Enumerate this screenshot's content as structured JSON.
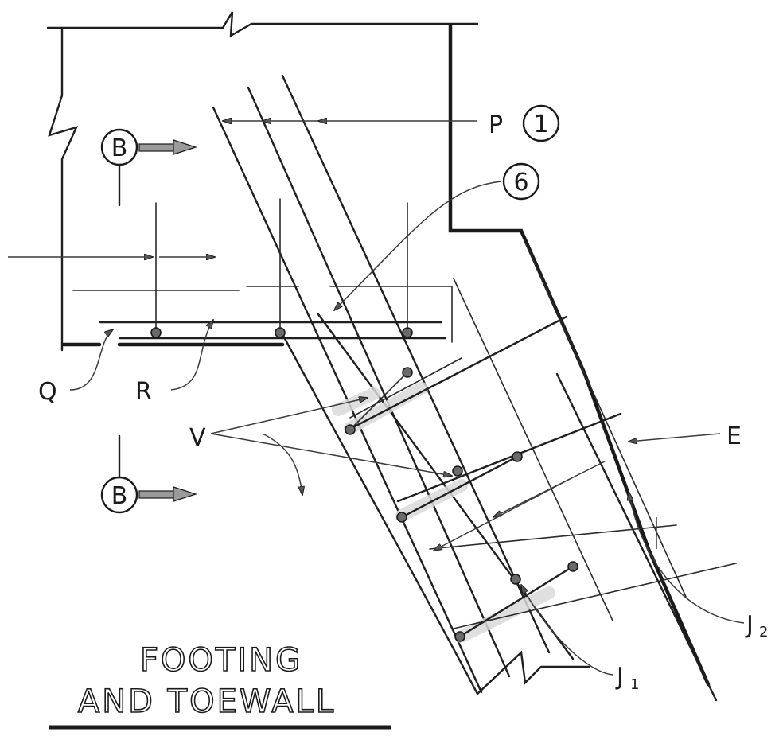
{
  "labels": {
    "P": "P",
    "tag_1": "1",
    "tag_6": "6",
    "section_top": "B",
    "section_bottom": "B",
    "Q": "Q",
    "R": "R",
    "V": "V",
    "E": "E",
    "J1_main": "J",
    "J1_sub": "1",
    "J2_main": "J",
    "J2_sub": "2"
  },
  "title": {
    "line1": "FOOTING",
    "line2": "AND TOEWALL"
  }
}
